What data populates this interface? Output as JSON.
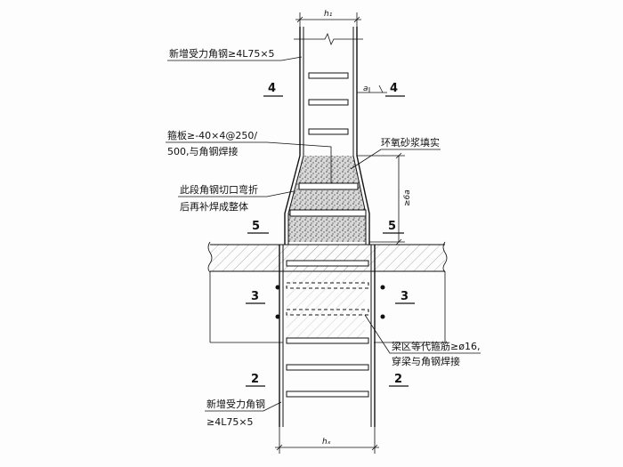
{
  "dimensions": {
    "top_width": "h₁",
    "bottom_width": "hₓ",
    "a": "a",
    "six_a": "≥6a"
  },
  "notes": {
    "angle_steel_top": "新增受力角钢≥4L75×5",
    "batten_line1": "箍板≥-40×4@250/",
    "batten_line2": "500,与角钢焊接",
    "epoxy": "环氧砂浆填实",
    "cut_line1": "此段角钢切口弯折",
    "cut_line2": "后再补焊成整体",
    "stirrup_line1": "梁区等代箍筋≥ø16,",
    "stirrup_line2": "穿梁与角钢焊接",
    "angle_steel_bottom_line1": "新增受力角钢",
    "angle_steel_bottom_line2": "≥4L75×5"
  },
  "section_marks": {
    "s4_left": "4",
    "s4_right": "4",
    "s5_left": "5",
    "s5_right": "5",
    "s3_left": "3",
    "s3_right": "3",
    "s2_left": "2",
    "s2_right": "2"
  }
}
